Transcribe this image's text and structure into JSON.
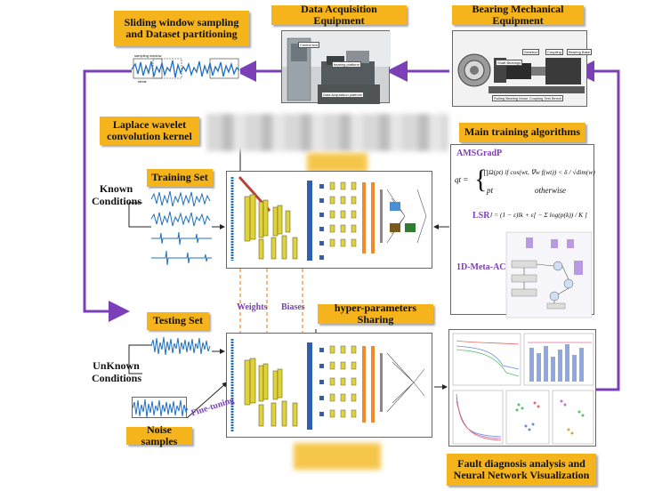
{
  "stages": {
    "sliding_window": "Sliding window sampling and Dataset partitioning",
    "data_acquisition": "Data Acquisition Equipment",
    "bearing_equipment": "Bearing Mechanical Equipment",
    "laplace_kernel": "Laplace wavelet convolution kernel",
    "main_training": "Main training algorithms",
    "known_conditions": "Known Conditions",
    "training_set": "Training Set",
    "testing_set": "Testing Set",
    "unknown_conditions": "UnKnown Conditions",
    "noise_samples": "Noise samples",
    "hyper_sharing": "hyper-parameters Sharing",
    "fault_diagnosis": "Fault diagnosis analysis and Neural Network Visualization"
  },
  "annotations": {
    "weights": "Weights",
    "biases": "Biases",
    "fine_tuning": "Fine-tuning"
  },
  "sampling_labels": {
    "window": "sampling window",
    "stride": "stride"
  },
  "photo_labels": {
    "control_box": "Control box",
    "bearing_platform": "bearing platform",
    "acquisition_platform": "Data Acquisition platform",
    "gearbox": "Gearbox",
    "coupling": "Coupling",
    "bearing_base": "Bearing Base",
    "shaft_bearings": "Shaft Bearings",
    "test_bench": "Rolling Bearing Motor Coupling Test Bench"
  },
  "algorithms": {
    "amsgrad_title": "AMSGradP",
    "amsgrad_case1": "∏Ω(pt)   if cos(wt, ∇w f(wt)) < δ / √dim(w)",
    "amsgrad_lhs": "qt =",
    "amsgrad_case2_var": "pt",
    "amsgrad_case2_cond": "otherwise",
    "lsr_title": "LSR",
    "lsr_formula": "l = (1 − ε)lk + ε[ − Σ log(p(k)) / K ]",
    "acon_title": "1D-Meta-ACON"
  },
  "colors": {
    "label_bg": "#f5b41c",
    "arrow": "#7b3fb8",
    "signal": "#1f6fbf",
    "layer_yellow": "#e0d23a",
    "layer_blue": "#2f5fb0",
    "weight_line": "#b8453a"
  }
}
